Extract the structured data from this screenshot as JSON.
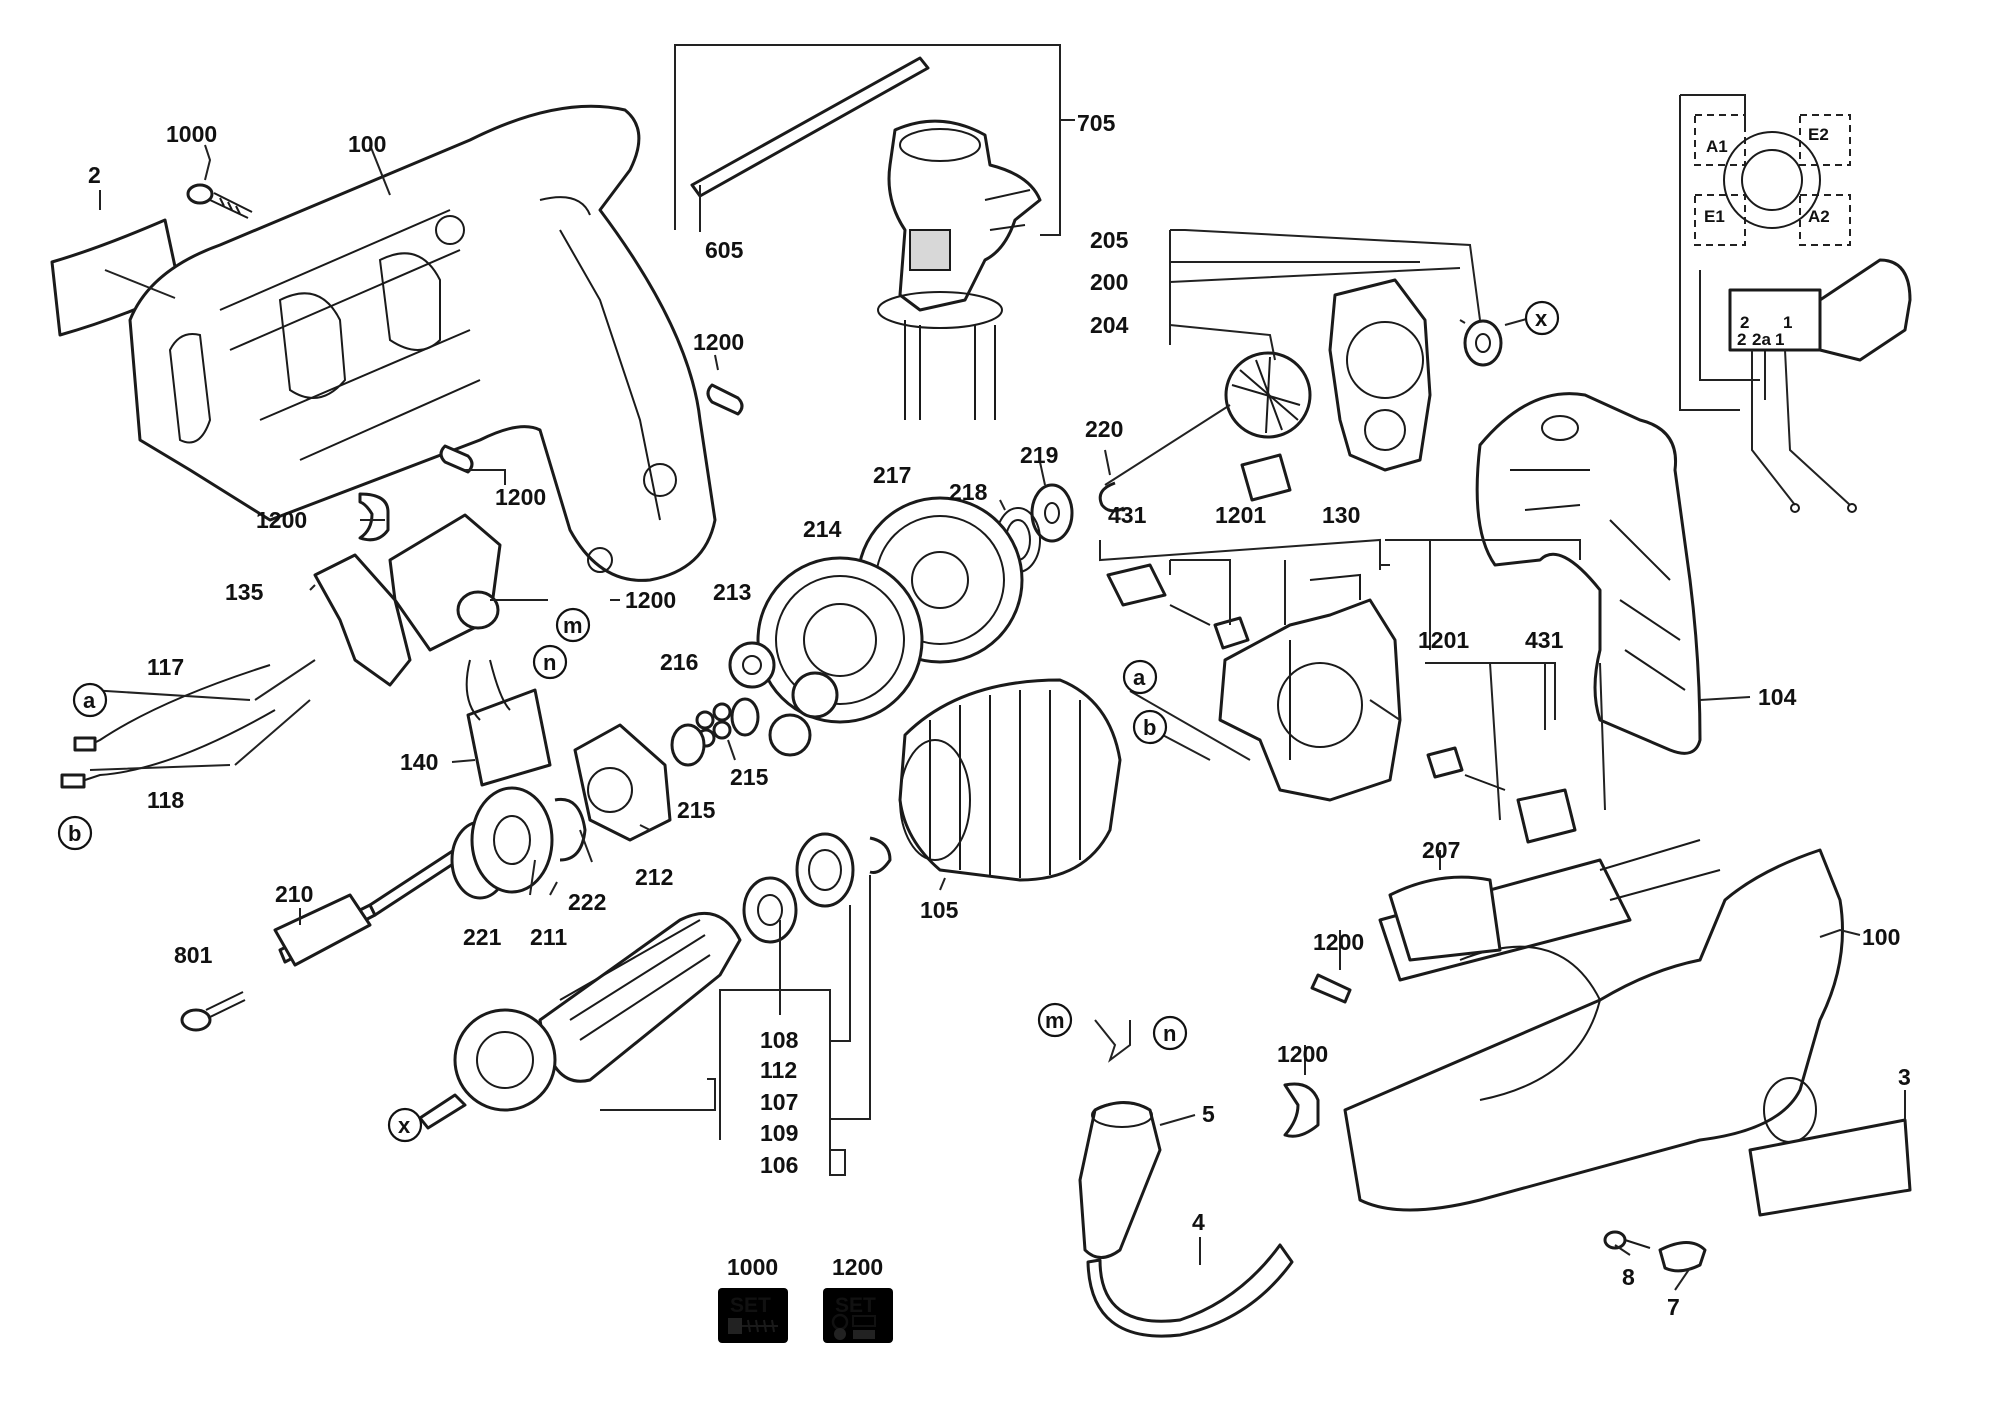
{
  "part_labels": {
    "p2": "2",
    "p1000": "1000",
    "p100a": "100",
    "p1200a": "1200",
    "p1200b": "1200",
    "p1200c": "1200",
    "p605": "605",
    "p705": "705",
    "p205": "205",
    "p200": "200",
    "p204": "204",
    "p220": "220",
    "p219": "219",
    "p218": "218",
    "p217": "217",
    "p214": "214",
    "p213": "213",
    "p431a": "431",
    "p1201a": "1201",
    "p130": "130",
    "p135": "135",
    "p1200d": "1200",
    "p117": "117",
    "p118": "118",
    "p140": "140",
    "p216": "216",
    "p215a": "215",
    "p215b": "215",
    "p1201b": "1201",
    "p431b": "431",
    "p104": "104",
    "p210": "210",
    "p221": "221",
    "p211": "211",
    "p222": "222",
    "p212": "212",
    "p105": "105",
    "p801": "801",
    "p108": "108",
    "p112": "112",
    "p107": "107",
    "p109": "109",
    "p106": "106",
    "p207": "207",
    "p100b": "100",
    "p1200e": "1200",
    "p1200f": "1200",
    "p5": "5",
    "p4": "4",
    "p3": "3",
    "p8": "8",
    "p7": "7",
    "set1000": "1000",
    "set1200": "1200"
  },
  "connection_markers": {
    "x_a": "x",
    "x_b": "x",
    "m_a": "m",
    "m_b": "m",
    "n_a": "n",
    "n_b": "n",
    "a_a": "a",
    "a_b": "a",
    "b_a": "b",
    "b_b": "b"
  },
  "wiring_diagram": {
    "terminals": [
      "A1",
      "E2",
      "E1",
      "A2"
    ],
    "switch_pins": [
      "2",
      "2a",
      "1",
      "2",
      "1"
    ]
  },
  "set_boxes": [
    {
      "number": "1000",
      "title": "SET",
      "icon": "screw-icon"
    },
    {
      "number": "1200",
      "title": "SET",
      "icon": "fastener-kit-icon"
    }
  ]
}
